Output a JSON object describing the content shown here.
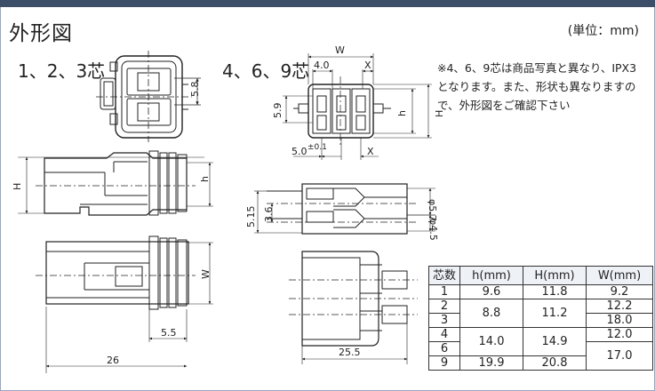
{
  "title": "外形図",
  "unit": "(単位：mm)",
  "label_small": "1、2、3芯",
  "label_large": "4、6、9芯",
  "note": [
    "※4、6、9芯は商品写真と異なり、IPX3",
    "となります。また、形状も異なりますの",
    "で、外形図をご確認下さい"
  ],
  "dims": {
    "d58": "5.8",
    "dH": "H",
    "dh": "h",
    "dW": "W",
    "d55": "5.5",
    "d26": "26",
    "dW_top": "W",
    "d40": "4.0",
    "dX_top": "X",
    "d59": "5.9",
    "dh_r": "h",
    "dH_r": "H",
    "d50": "5.0",
    "d50sup": "±0.1",
    "dX_bot": "X",
    "d515": "5.15",
    "d36": "3.6",
    "d57": "φ5.7",
    "d45": "φ4.5",
    "d255": "25.5"
  },
  "table": {
    "headers": [
      "芯数",
      "h(mm)",
      "H(mm)",
      "W(mm)"
    ],
    "rows": [
      {
        "n": "1",
        "h": "9.6",
        "H": "11.8",
        "W": "9.2"
      },
      {
        "n": "2",
        "h": "8.8",
        "H": "11.2",
        "W": "12.2"
      },
      {
        "n": "3",
        "W": "18.0"
      },
      {
        "n": "4",
        "h": "14.0",
        "H": "14.9",
        "W": "12.0"
      },
      {
        "n": "6",
        "W": "17.0"
      },
      {
        "n": "9",
        "h": "19.9",
        "H": "20.8"
      }
    ]
  }
}
